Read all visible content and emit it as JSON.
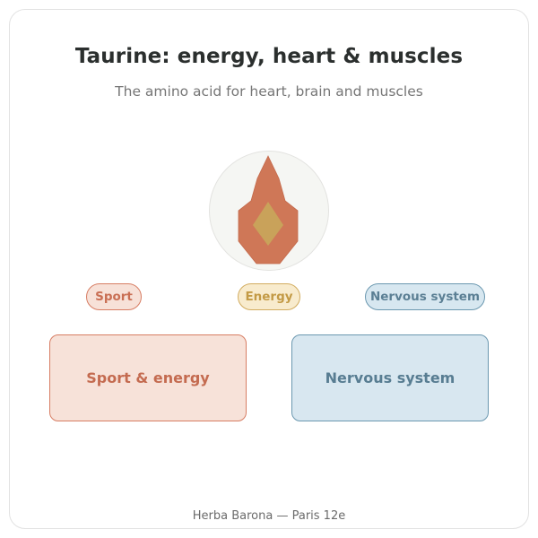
{
  "header": {
    "title": "Taurine: energy, heart & muscles",
    "subtitle": "The amino acid for heart, brain and muscles"
  },
  "emblem": {
    "icon": "flame-icon",
    "colors": {
      "flame": "#cf7757",
      "core": "#c9a25a",
      "circle_fill": "#f5f6f3",
      "circle_stroke": "#e3e3e0"
    }
  },
  "tags": [
    {
      "label": "Sport",
      "color": "#d77d63"
    },
    {
      "label": "Energy",
      "color": "#d2ac5f"
    },
    {
      "label": "Nervous system",
      "color": "#6b98b0"
    }
  ],
  "boxes": [
    {
      "label": "Sport & energy",
      "color": "#d77d63"
    },
    {
      "label": "Nervous system",
      "color": "#6b98b0"
    }
  ],
  "footer": {
    "text": "Herba Barona — Paris 12e"
  }
}
